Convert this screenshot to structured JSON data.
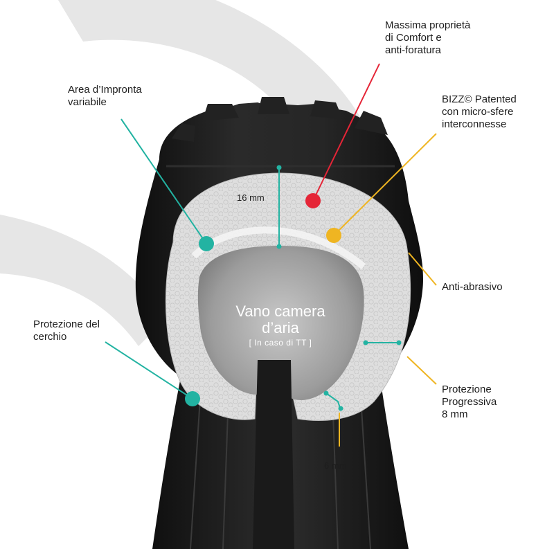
{
  "labels": {
    "comfort": "Massima proprietà\ndi Comfort e\nanti-foratura",
    "impronta": "Area d’Impronta\nvariabile",
    "bizz": "BIZZ© Patented\ncon micro-sfere\ninterconnesse",
    "abrasivo": "Anti-abrasivo",
    "cerchio": "Protezione del\ncerchio",
    "progressiva": "Protezione\nProgressiva\n8 mm"
  },
  "center": {
    "title": "Vano camera\nd’aria",
    "subtitle": "[ In caso di TT ]"
  },
  "dimensions": {
    "top": "16 mm",
    "bottom": "6 mm"
  },
  "colors": {
    "teal": "#23b3a2",
    "red": "#e52537",
    "yellow": "#efb522",
    "tire": "#1c1c1c",
    "foam": "#dcdcdc",
    "swirl": "#e5e5e5"
  }
}
